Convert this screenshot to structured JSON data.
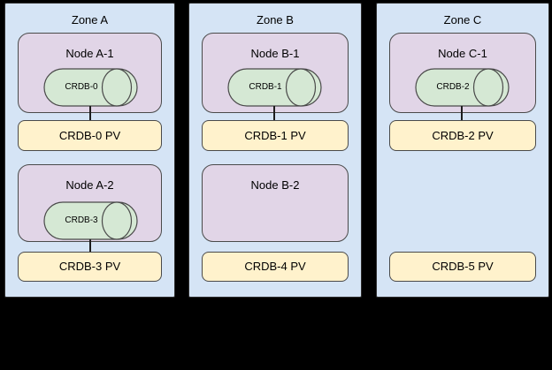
{
  "diagram": {
    "background_color": "#000000",
    "palette": {
      "zone_fill": "#d5e4f5",
      "node_fill": "#e1d5e7",
      "pod_cylinder_fill": "#d5e8d4",
      "pv_fill": "#fff2cc",
      "border_color": "#2e2e2e",
      "text_color": "#000000"
    },
    "zones": [
      {
        "title": "Zone A",
        "nodes": [
          {
            "label": "Node A-1",
            "pod": "CRDB-0",
            "connected_pv": "CRDB-0 PV"
          },
          {
            "label": "Node A-2",
            "pod": "CRDB-3",
            "connected_pv": "CRDB-3 PV"
          }
        ],
        "pvs": [
          "CRDB-0 PV",
          "CRDB-3 PV"
        ]
      },
      {
        "title": "Zone B",
        "nodes": [
          {
            "label": "Node B-1",
            "pod": "CRDB-1",
            "connected_pv": "CRDB-1 PV"
          },
          {
            "label": "Node B-2",
            "pod": null,
            "connected_pv": null
          }
        ],
        "pvs": [
          "CRDB-1 PV",
          "CRDB-4 PV"
        ]
      },
      {
        "title": "Zone C",
        "nodes": [
          {
            "label": "Node C-1",
            "pod": "CRDB-2",
            "connected_pv": "CRDB-2 PV"
          }
        ],
        "pvs": [
          "CRDB-2 PV",
          "CRDB-5 PV"
        ]
      }
    ]
  }
}
